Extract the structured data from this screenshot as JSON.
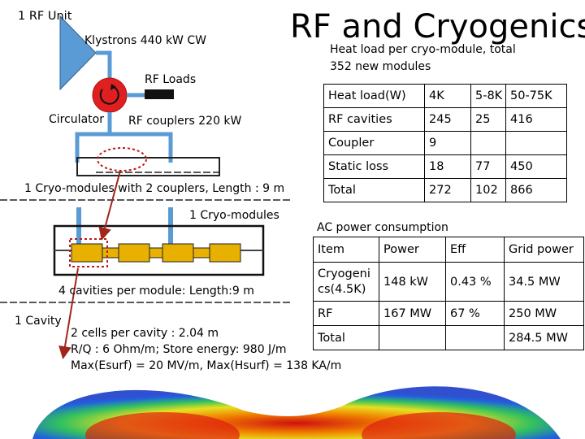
{
  "title": "RF and Cryogenics",
  "rf_unit": {
    "label": "1 RF Unit",
    "klystrons": "Klystrons 440 kW CW",
    "rf_loads": "RF Loads",
    "circulator": "Circulator",
    "rf_couplers": "RF couplers 220 kW",
    "cryo_modules_caption": "1 Cryo-modules with 2 couplers, Length : 9 m"
  },
  "cryo_module": {
    "label": "1 Cryo-modules",
    "caption": "4 cavities per module: Length:9 m"
  },
  "cavity": {
    "label": "1 Cavity",
    "line1": "2 cells per cavity : 2.04 m",
    "line2": "R/Q : 6 Ohm/m; Store energy: 980 J/m",
    "line3": "Max(Esurf) = 20 MV/m, Max(Hsurf) = 138 KA/m"
  },
  "heat_load": {
    "caption_line1": "Heat load per cryo-module, total",
    "caption_line2": "352 new modules",
    "header": [
      "Heat load(W)",
      "4K",
      "5-8K",
      "50-75K"
    ],
    "rows": [
      [
        "RF cavities",
        "245",
        "25",
        "416"
      ],
      [
        "Coupler",
        "9",
        "",
        ""
      ],
      [
        "Static loss",
        "18",
        "77",
        "450"
      ],
      [
        "Total",
        "272",
        "102",
        "866"
      ]
    ]
  },
  "ac_power": {
    "caption": "AC power consumption",
    "header": [
      "Item",
      "Power",
      "Eff",
      "Grid power"
    ],
    "rows": [
      [
        "Cryogeni cs(4.5K)",
        "148 kW",
        "0.43 %",
        "34.5 MW"
      ],
      [
        "RF",
        "167 MW",
        "67 %",
        "250 MW"
      ],
      [
        "Total",
        "",
        "",
        "284.5 MW"
      ]
    ]
  },
  "colors": {
    "klystron": "#5b9bd5",
    "circulator": "#e02020",
    "line": "#5b9bd5",
    "cavity_fill": "#e8b000",
    "arrow": "#a0251c"
  }
}
